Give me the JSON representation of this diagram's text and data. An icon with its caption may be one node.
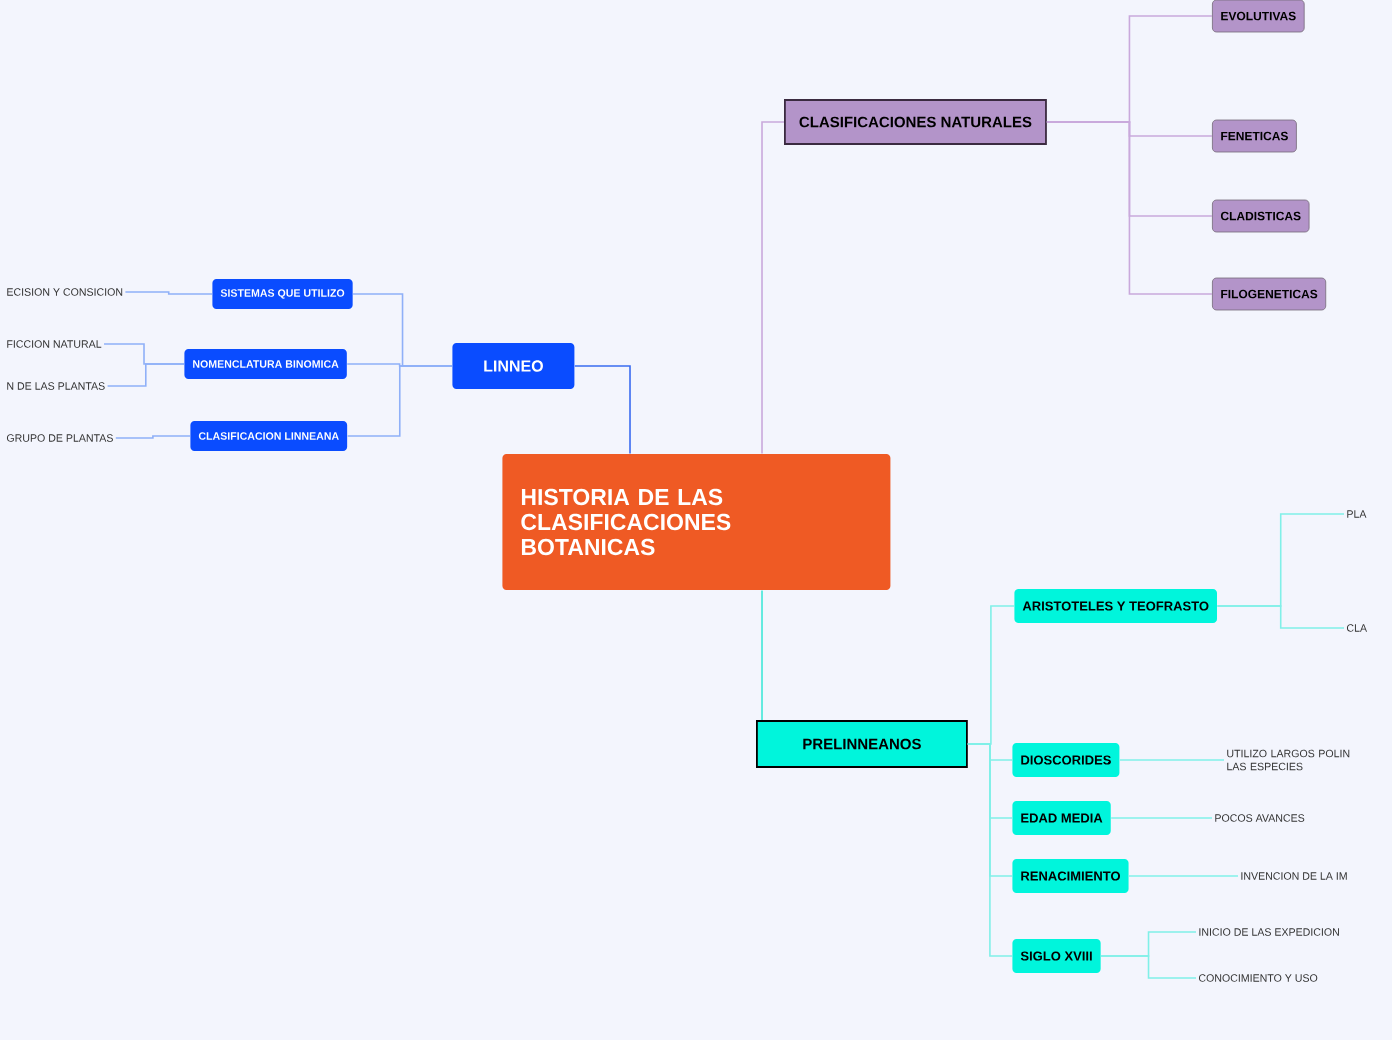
{
  "diagram": {
    "nodes": [
      {
        "text": [
          "HISTORIA DE LAS CLASIFICACIONES BOTANICAS"
        ]
      },
      {
        "text": [
          "CLASIFICACIONES NATURALES"
        ]
      },
      {
        "text": [
          "EVOLUTIVAS"
        ]
      },
      {
        "text": [
          "FENETICAS"
        ]
      },
      {
        "text": [
          "CLADISTICAS"
        ]
      },
      {
        "text": [
          "FILOGENETICAS"
        ]
      },
      {
        "text": [
          "LINNEO"
        ]
      },
      {
        "text": [
          "SISTEMAS QUE UTILIZO"
        ]
      },
      {
        "text": [
          "NOMENCLATURA BINOMICA"
        ]
      },
      {
        "text": [
          "CLASIFICACION LINNEANA"
        ]
      },
      {
        "text": [
          "ECISION Y CONSICION"
        ]
      },
      {
        "text": [
          "FICCION NATURAL"
        ]
      },
      {
        "text": [
          "N DE LAS PLANTAS"
        ]
      },
      {
        "text": [
          "GRUPO DE PLANTAS"
        ]
      },
      {
        "text": [
          "PRELINNEANOS"
        ]
      },
      {
        "text": [
          "ARISTOTELES Y TEOFRASTO"
        ]
      },
      {
        "text": [
          "PLA"
        ]
      },
      {
        "text": [
          "CLA"
        ]
      },
      {
        "text": [
          "DIOSCORIDES"
        ]
      },
      {
        "text": [
          "UTILIZO LARGOS POLIN LAS ESPECIES"
        ]
      },
      {
        "text": [
          "EDAD MEDIA"
        ]
      },
      {
        "text": [
          "POCOS AVANCES"
        ]
      },
      {
        "text": [
          "RENACIMIENTO"
        ]
      },
      {
        "text": [
          "INVENCION DE LA IM"
        ]
      },
      {
        "text": [
          "SIGLO XVIII"
        ]
      },
      {
        "text": [
          "INICIO DE LAS EXPEDICION"
        ]
      },
      {
        "text": [
          "CONOCIMIENTO Y USO"
        ]
      }
    ],
    "edges": [
      {
        "from": 0,
        "to": 1,
        "arrow": "none",
        "color": "#c9a9dc"
      },
      {
        "from": 0,
        "to": 6,
        "arrow": "none",
        "color": "#3a6cf0"
      },
      {
        "from": 0,
        "to": 14,
        "arrow": "none",
        "color": "#40e8d8"
      },
      {
        "from": 1,
        "to": 2,
        "arrow": "none",
        "color": "#c9a9dc"
      },
      {
        "from": 1,
        "to": 3,
        "arrow": "none",
        "color": "#c9a9dc"
      },
      {
        "from": 1,
        "to": 4,
        "arrow": "none",
        "color": "#c9a9dc"
      },
      {
        "from": 1,
        "to": 5,
        "arrow": "none",
        "color": "#c9a9dc"
      },
      {
        "from": 6,
        "to": 7,
        "arrow": "none",
        "color": "#8fb0f8"
      },
      {
        "from": 6,
        "to": 8,
        "arrow": "none",
        "color": "#8fb0f8"
      },
      {
        "from": 6,
        "to": 9,
        "arrow": "none",
        "color": "#8fb0f8"
      },
      {
        "from": 7,
        "to": 10,
        "arrow": "none",
        "color": "#8fb0f8"
      },
      {
        "from": 8,
        "to": 11,
        "arrow": "none",
        "color": "#8fb0f8"
      },
      {
        "from": 8,
        "to": 12,
        "arrow": "none",
        "color": "#8fb0f8"
      },
      {
        "from": 9,
        "to": 13,
        "arrow": "none",
        "color": "#8fb0f8"
      },
      {
        "from": 14,
        "to": 15,
        "arrow": "none",
        "color": "#80f0e8"
      },
      {
        "from": 14,
        "to": 18,
        "arrow": "none",
        "color": "#80f0e8"
      },
      {
        "from": 14,
        "to": 20,
        "arrow": "none",
        "color": "#80f0e8"
      },
      {
        "from": 14,
        "to": 22,
        "arrow": "none",
        "color": "#80f0e8"
      },
      {
        "from": 14,
        "to": 24,
        "arrow": "none",
        "color": "#80f0e8"
      },
      {
        "from": 15,
        "to": 16,
        "arrow": "none",
        "color": "#80f0e8"
      },
      {
        "from": 15,
        "to": 17,
        "arrow": "none",
        "color": "#80f0e8"
      },
      {
        "from": 18,
        "to": 19,
        "arrow": "none",
        "color": "#80f0e8"
      },
      {
        "from": 20,
        "to": 21,
        "arrow": "none",
        "color": "#80f0e8"
      },
      {
        "from": 22,
        "to": 23,
        "arrow": "none",
        "color": "#80f0e8"
      },
      {
        "from": 24,
        "to": 25,
        "arrow": "none",
        "color": "#80f0e8"
      },
      {
        "from": 24,
        "to": 26,
        "arrow": "none",
        "color": "#80f0e8"
      }
    ]
  }
}
